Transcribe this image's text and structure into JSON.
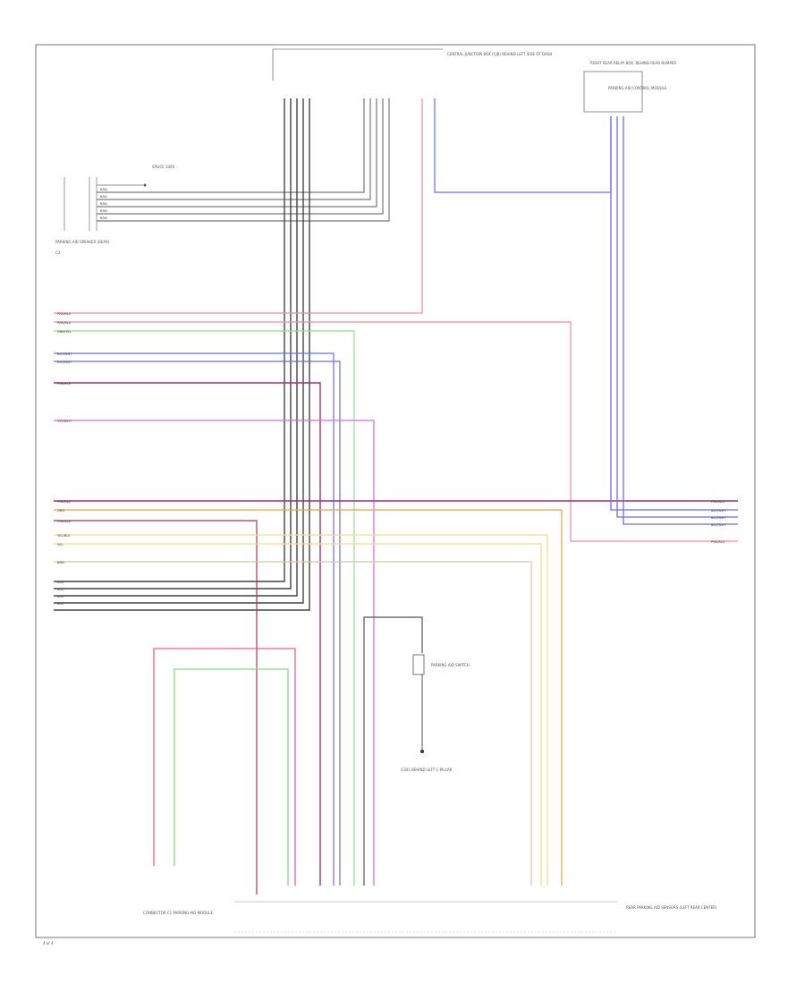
{
  "diagram": {
    "page_number": "4 of 4",
    "components": {
      "top_connector": "CENTRAL JUNCTION BOX (CJB) BEHIND LEFT SIDE OF DASH",
      "top_right": "RIGHT REAR RELAY BOX, BEHIND REAR BUMPER",
      "top_right_inner": "PARKING AID CONTROL MODULE",
      "left_connector": "PARKING AID SPEAKER (REAR)",
      "left_connector_ref": "C2",
      "left_splice": "SPLICE S300",
      "mid_ground": "G301 BEHIND LEFT C-PILLAR",
      "mid_resistor": "PARKING AID SWITCH",
      "bottom_left": "CONNECTOR C1 PARKING AID MODULE",
      "bottom_right": "REAR PARKING AID SENSORS (LEFT REAR CENTER)"
    },
    "left_wire_labels": [
      "PNK/BLU",
      "PNK/BLU",
      "GRN/YEL",
      "BLU/WHT",
      "BLU/WHT",
      "PNK/BLK",
      "VIO/WHT",
      "PNK/BLU",
      "ORG",
      "PNK/BLU",
      "YEL/BLK",
      "YEL",
      "BRN",
      "BLK",
      "BLK",
      "BLK",
      "BLK"
    ],
    "right_wire_labels": [
      "PNK/BLU",
      "BLU/WHT",
      "BLU/WHT",
      "BLU/WHT",
      "PNK/BLU"
    ],
    "connector_wires": [
      "BRN",
      "BRN",
      "BRN",
      "BRN",
      "BRN"
    ]
  }
}
